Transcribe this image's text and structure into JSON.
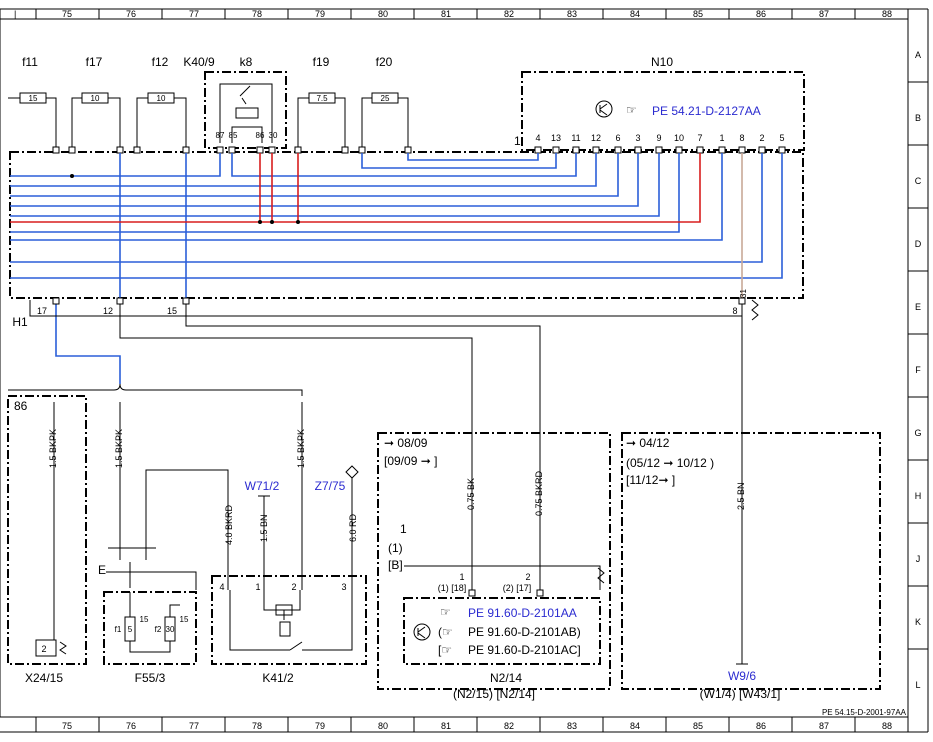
{
  "grid": {
    "columns": [
      "75",
      "76",
      "77",
      "78",
      "79",
      "80",
      "81",
      "82",
      "83",
      "84",
      "85",
      "86",
      "87",
      "88"
    ],
    "rows": [
      "A",
      "B",
      "C",
      "D",
      "E",
      "F",
      "G",
      "H",
      "J",
      "K",
      "L"
    ],
    "corner_partial": "|"
  },
  "fuses": [
    {
      "name": "f11",
      "rating": "15"
    },
    {
      "name": "f17",
      "rating": "10"
    },
    {
      "name": "f12",
      "rating": "10"
    },
    {
      "name": "f19",
      "rating": "7.5"
    },
    {
      "name": "f20",
      "rating": "25"
    }
  ],
  "relay_k8": {
    "name": "k8",
    "module": "K40/9",
    "pins": [
      "87",
      "85",
      "86",
      "30"
    ]
  },
  "n10": {
    "name": "N10",
    "link": "PE 54.21-D-2127AA",
    "connector": "1",
    "pins": [
      "4",
      "13",
      "11",
      "12",
      "6",
      "3",
      "9",
      "10",
      "7",
      "1",
      "8",
      "2",
      "5"
    ]
  },
  "h1": {
    "name": "H1",
    "pins": [
      "17",
      "12",
      "15",
      "8"
    ],
    "tan_pin": "31"
  },
  "wires": {
    "x24_wire": "1.5 BKPK",
    "f55_wire": "1.5 BKPK",
    "k41_wire": "1.5 BKPK",
    "k41_bkrd": "4.0 BKRD",
    "w71_bn": "1.5 BN",
    "z7_rd": "6.0 RD",
    "n2_bk": "0.75 BK",
    "n2_bkrd": "0.75 BKRD",
    "w9_bn": "2.5 BN"
  },
  "components": {
    "x24": "X24/15",
    "x24_pin": "2",
    "x24_ref": "86",
    "f55": "F55/3",
    "f55_e": "E",
    "f55_f1": "f1",
    "f55_f2": "f2",
    "f55_f1r": "5",
    "f55_f2r": "30",
    "f55_r1": "15",
    "f55_r2": "15",
    "k41": "K41/2",
    "k41_pins": [
      "4",
      "1",
      "2",
      "3"
    ],
    "w71": "W71/2",
    "z7": "Z7/75",
    "w9": "W9/6"
  },
  "n2_panel": {
    "arrow": "➞ 08/09",
    "range": "[09/09 ➞ ]",
    "n1": "1",
    "n2": "(1)",
    "n3": "[B]",
    "pin_left": "(1) [18]",
    "pin_left_n": "1",
    "pin_right": "(2) [17]",
    "pin_right_n": "2",
    "links": [
      "PE 91.60-D-2101AA",
      "PE 91.60-D-2101AB)",
      "PE 91.60-D-2101AC]"
    ],
    "name": "N2/14",
    "alt": "(N2/15)  [N2/14]"
  },
  "w9_panel": {
    "arrow": "➞ 04/12",
    "range1": "(05/12 ➞ 10/12 )",
    "range2": "[11/12➞ ]",
    "alt": "(W1/4) [W43/1]"
  },
  "footer_id": "PE 54.15-D-2001-97AA"
}
